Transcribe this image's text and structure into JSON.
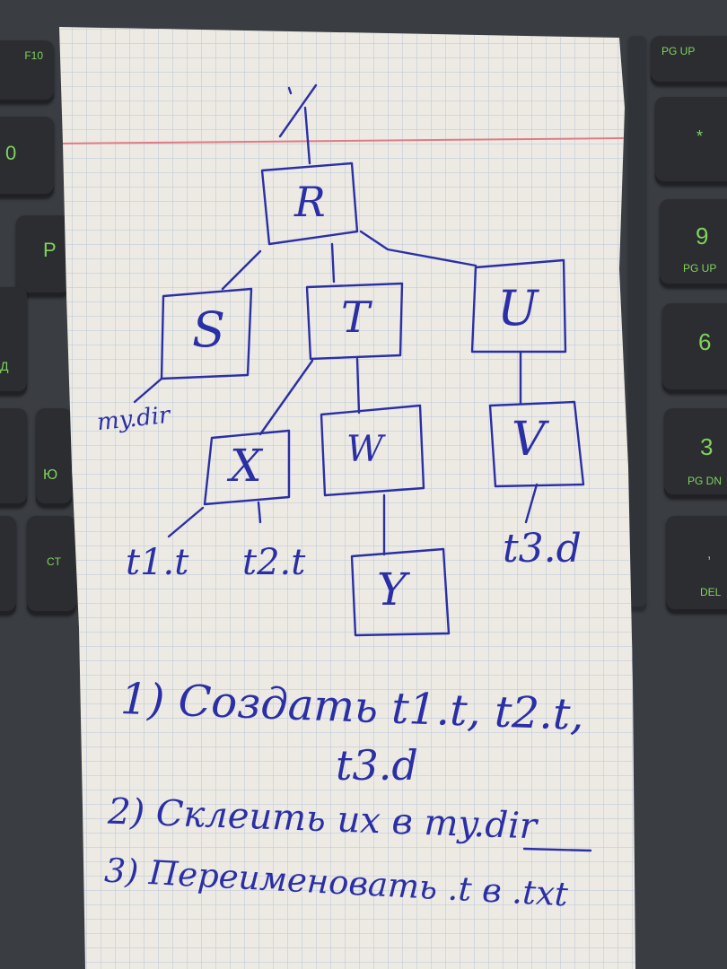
{
  "keyboard": {
    "keys": [
      "F10",
      "0",
      "P",
      "Д",
      "Ю",
      "CT",
      "PG UP",
      "*",
      "9",
      "PG UP",
      "6",
      "3",
      "PG DN",
      ",",
      "DEL"
    ]
  },
  "note": {
    "root_mark": "/",
    "nodes": [
      "R",
      "S",
      "T",
      "U",
      "X",
      "W",
      "V",
      "Y"
    ],
    "labels": {
      "s_leaf": "my.dir",
      "x_leaf1": "t1.t",
      "x_leaf2": "t2.t",
      "v_leaf": "t3.d"
    },
    "steps": [
      "1) Создать t1.t, t2.t,",
      "t3.d",
      "2) Склеить их в my.dir",
      "3) Переименовать .t в .txt"
    ]
  },
  "colors": {
    "ink": "#2b2fa6",
    "paper": "#eceae3",
    "grid": "#b9c6d9",
    "margin_line": "#e07a86",
    "key_label": "#7fd35b"
  }
}
